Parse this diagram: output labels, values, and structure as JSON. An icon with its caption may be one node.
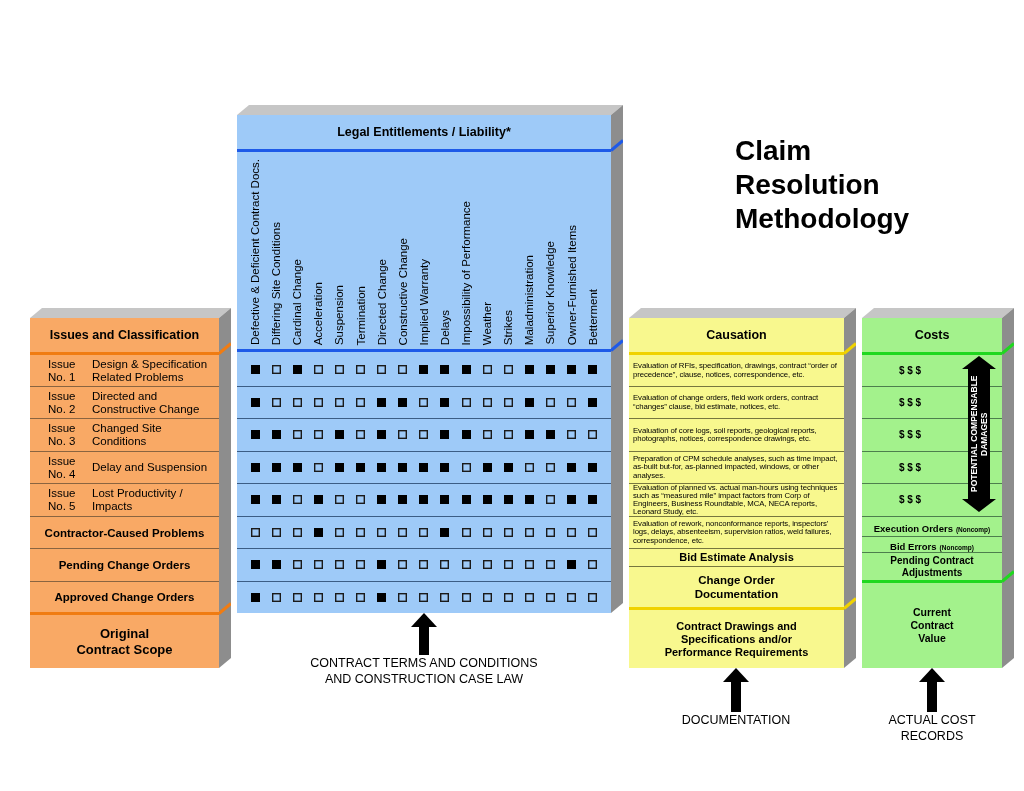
{
  "diagram": {
    "title": "Claim Resolution Methodology",
    "nodes": [
      {
        "text": [
          "Issues and Classification"
        ]
      },
      {
        "text": [
          "Issue No. 1",
          "Design & Specification Related Problems"
        ],
        "in": 0
      },
      {
        "text": [
          "Issue No. 2",
          "Directed and Constructive Change"
        ],
        "in": 0
      },
      {
        "text": [
          "Issue No. 3",
          "Changed Site Conditions"
        ],
        "in": 0
      },
      {
        "text": [
          "Issue No. 4",
          "Delay and Suspension"
        ],
        "in": 0
      },
      {
        "text": [
          "Issue No. 5",
          "Lost Productivity / Impacts"
        ],
        "in": 0
      },
      {
        "text": [
          "Contractor-Caused Problems"
        ],
        "in": 0
      },
      {
        "text": [
          "Pending Change Orders"
        ],
        "in": 0
      },
      {
        "text": [
          "Approved Change Orders"
        ],
        "in": 0
      },
      {
        "text": [
          "Original Contract Scope"
        ],
        "in": 0
      },
      {
        "text": [
          "Legal Entitlements / Liability*"
        ]
      },
      {
        "text": [
          "Causation"
        ]
      },
      {
        "text": [
          "Evaluation of RFIs, specification, drawings, contract “order of precedence”, clause, notices, correspondence, etc."
        ],
        "in": 11
      },
      {
        "text": [
          "Evaluation of change orders, field work orders, contract “changes” clause, bid estimate, notices, etc."
        ],
        "in": 11
      },
      {
        "text": [
          "Evaluation of core logs, soil reports, geological reports, photographs, notices, correspondence drawings, etc."
        ],
        "in": 11
      },
      {
        "text": [
          "Preparation of CPM schedule analyses, such as time impact, as-built but-for, as-planned impacted, windows, or other analyses."
        ],
        "in": 11
      },
      {
        "text": [
          "Evaluation of planned vs. actual man-hours using techniques such as “measured mile” impact factors from Corp of Engineers, Business Roundtable, MCA, NECA reports, Leonard Study, etc."
        ],
        "in": 11
      },
      {
        "text": [
          "Evaluation of rework, nonconformance reports, inspectors’ logs, delays, absenteeism, supervision ratios, weld failures, correspondence, etc."
        ],
        "in": 11
      },
      {
        "text": [
          "Bid Estimate Analysis"
        ],
        "in": 11
      },
      {
        "text": [
          "Change Order Documentation"
        ],
        "in": 11
      },
      {
        "text": [
          "Contract Drawings and Specifications and/or Performance Requirements"
        ],
        "in": 11
      },
      {
        "text": [
          "Costs"
        ]
      },
      {
        "text": [
          "$ $ $"
        ],
        "in": 21
      },
      {
        "text": [
          "$ $ $"
        ],
        "in": 21
      },
      {
        "text": [
          "$ $ $"
        ],
        "in": 21
      },
      {
        "text": [
          "$ $ $"
        ],
        "in": 21
      },
      {
        "text": [
          "$ $ $"
        ],
        "in": 21
      },
      {
        "text": [
          "Execution Orders",
          "(Noncomp)"
        ],
        "in": 21
      },
      {
        "text": [
          "Bid Errors",
          "(Noncomp)"
        ],
        "in": 21
      },
      {
        "text": [
          "Pending Contract Adjustments"
        ],
        "in": 21
      },
      {
        "text": [
          "Current Contract Value"
        ],
        "in": 21
      },
      {
        "text": [
          "POTENTIAL COMPENSABLE DAMAGES"
        ],
        "in": 21
      },
      {
        "text": [
          "CONTRACT TERMS AND CONDITIONS AND CONSTRUCTION CASE LAW"
        ]
      },
      {
        "text": [
          "DOCUMENTATION"
        ]
      },
      {
        "text": [
          "ACTUAL COST RECORDS"
        ]
      }
    ],
    "edges": [
      {
        "from": 32,
        "to": 10,
        "arrow": "to"
      },
      {
        "from": 33,
        "to": 11,
        "arrow": "to"
      },
      {
        "from": 34,
        "to": 21,
        "arrow": "to"
      }
    ],
    "labels": [
      "Defective & Deficient Contract Docs.",
      "Differing Site Conditions",
      "Cardinal Change",
      "Acceleration",
      "Suspension",
      "Termination",
      "Directed Change",
      "Constructive Change",
      "Implied Warranty",
      "Delays",
      "Impossibility of Performance",
      "Weather",
      "Strikes",
      "Maladministration",
      "Superior Knowledge",
      "Owner-Furnished Items",
      "Betterment"
    ]
  }
}
